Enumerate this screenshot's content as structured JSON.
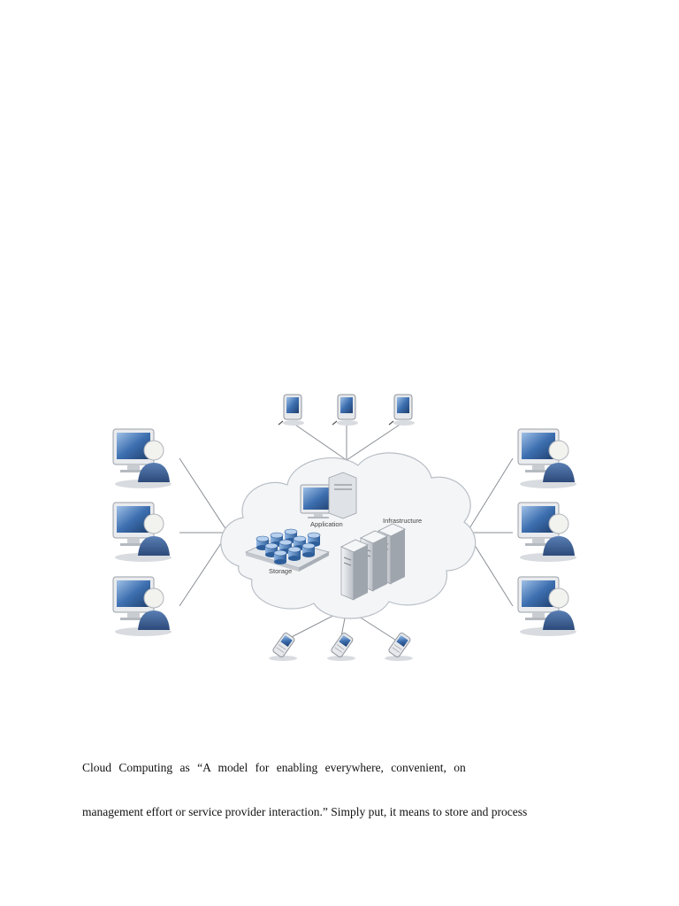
{
  "diagram": {
    "labels": {
      "application": "Application",
      "infrastructure": "Infrastructure",
      "storage": "Storage"
    },
    "colors": {
      "cloud_fill": "#f3f5f7",
      "cloud_stroke": "#b9bfc6",
      "line": "#8a8f95",
      "screen": "#2f5f9a",
      "user_body": "#3c5f92",
      "server": "#e4e6e9"
    },
    "icons": {
      "left_users": [
        "user-workstation-icon",
        "user-workstation-icon",
        "user-workstation-icon"
      ],
      "right_users": [
        "user-workstation-icon",
        "user-workstation-icon",
        "user-workstation-icon"
      ],
      "top_devices": [
        "pda-icon",
        "pda-icon",
        "pda-icon"
      ],
      "bottom_devices": [
        "mobile-phone-icon",
        "mobile-phone-icon",
        "mobile-phone-icon"
      ],
      "application": "desktop-monitor-icon",
      "infrastructure": "server-rack-icon",
      "storage": "database-cylinders-icon"
    }
  },
  "body_text": {
    "line_1": "Cloud Computing as “A model for enabling everywhere, convenient, on",
    "line_2": "management effort or service provider interaction.” Simply put, it means to store and process"
  }
}
